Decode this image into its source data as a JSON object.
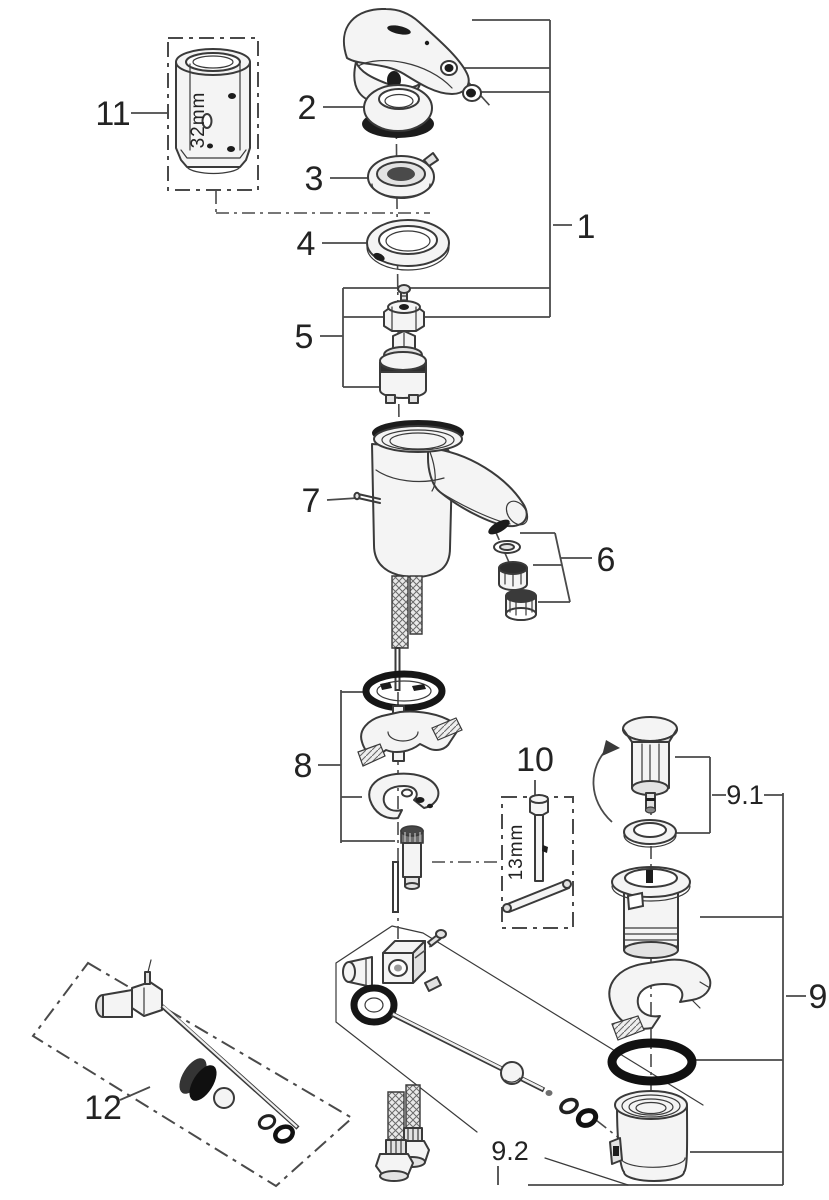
{
  "diagram": {
    "callouts": {
      "c1": "1",
      "c2": "2",
      "c3": "3",
      "c4": "4",
      "c5": "5",
      "c6": "6",
      "c7": "7",
      "c8": "8",
      "c9": "9",
      "c9_1": "9.1",
      "c9_2": "9.2",
      "c10": "10",
      "c11": "11",
      "c12": "12"
    },
    "dimension_labels": {
      "socket_32": "32mm",
      "socket_13": "13mm"
    },
    "colors": {
      "background": "#ffffff",
      "line": "#3a3a3a",
      "rubber": "#151515"
    }
  }
}
